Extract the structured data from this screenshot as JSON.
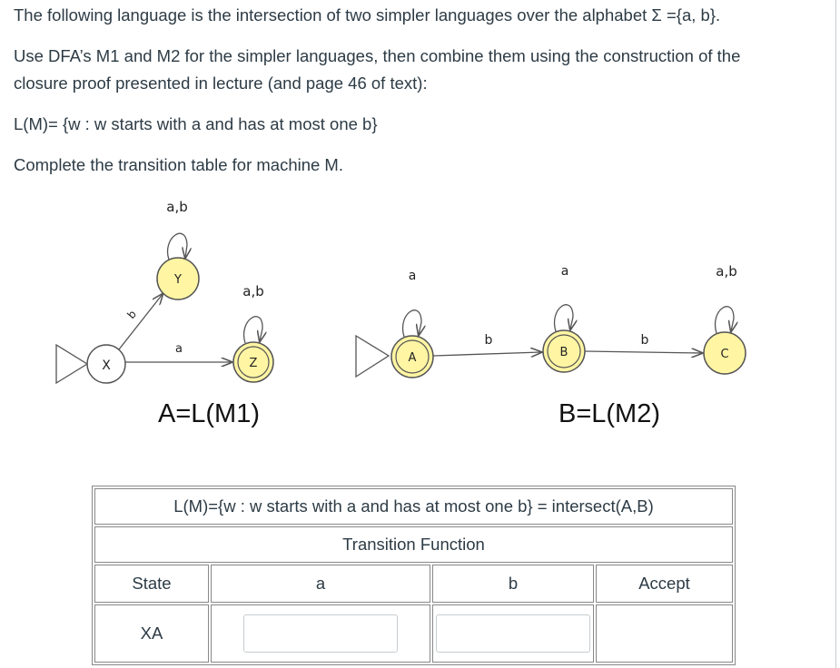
{
  "question": {
    "line1": "The  following language is the intersection of two simpler languages over the alphabet Σ ={a, b}.",
    "line2a": "Use DFA’s M1 and M2 for the simpler languages, then combine them using the construction of the",
    "line2b": "closure proof presented in lecture (and page 46 of text):",
    "line3": "L(M)= {w : w starts with a and has at most one b}",
    "line4": "Complete the transition table for machine M."
  },
  "diagram_m1": {
    "caption": "A=L(M1)",
    "states": {
      "x": "X",
      "y": "Y",
      "z": "Z"
    },
    "labels": {
      "y_loop": "a,b",
      "z_loop": "a,b",
      "x_to_z": "a",
      "x_to_y": "b"
    }
  },
  "diagram_m2": {
    "caption": "B=L(M2)",
    "states": {
      "a": "A",
      "b": "B",
      "c": "C"
    },
    "labels": {
      "a_loop": "a",
      "b_loop": "a",
      "c_loop": "a,b",
      "a_to_b": "b",
      "b_to_c": "b"
    }
  },
  "table": {
    "title": "L(M)={w : w starts with a and has at most one b} = intersect(A,B)",
    "subtitle": "Transition Function",
    "headers": {
      "state": "State",
      "a": "a",
      "b": "b",
      "accept": "Accept"
    },
    "rows": [
      {
        "state": "XA",
        "a_value": "",
        "b_value": ""
      }
    ]
  },
  "colors": {
    "accept_state_fill": "#fff5a3",
    "state_fill": "#ffffff",
    "text": "#2d3b45",
    "border": "#888888"
  }
}
